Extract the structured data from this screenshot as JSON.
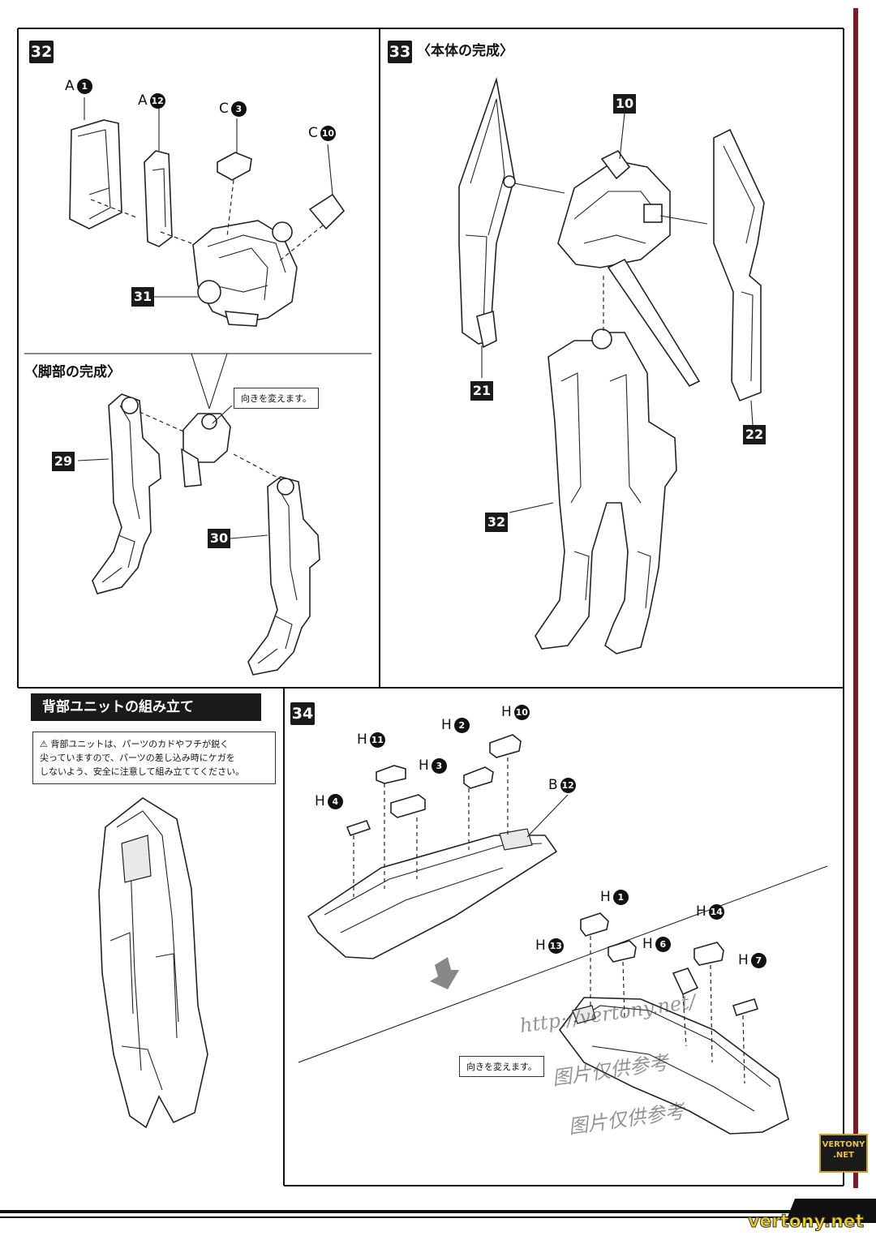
{
  "step32": {
    "number": "32",
    "parts": [
      {
        "letter": "A",
        "num": "1"
      },
      {
        "letter": "A",
        "num": "12"
      },
      {
        "letter": "C",
        "num": "3"
      },
      {
        "letter": "C",
        "num": "10"
      }
    ],
    "subassembly": "31"
  },
  "legs": {
    "heading": "〈脚部の完成〉",
    "callout": "向きを変えます。",
    "left_part": "29",
    "right_part": "30"
  },
  "step33": {
    "number": "33",
    "heading": "〈本体の完成〉",
    "parts": [
      "10",
      "21",
      "22",
      "32"
    ]
  },
  "back_unit": {
    "title": "背部ユニットの組み立て",
    "warning_lines": [
      "⚠ 背部ユニットは、パーツのカドやフチが鋭く",
      "尖っていますので、パーツの差し込み時にケガを",
      "しないよう、安全に注意して組み立ててください。"
    ]
  },
  "step34": {
    "number": "34",
    "upper_parts": [
      {
        "letter": "H",
        "num": "11"
      },
      {
        "letter": "H",
        "num": "2"
      },
      {
        "letter": "H",
        "num": "10"
      },
      {
        "letter": "H",
        "num": "3"
      },
      {
        "letter": "H",
        "num": "4"
      },
      {
        "letter": "B",
        "num": "12"
      }
    ],
    "lower_parts": [
      {
        "letter": "H",
        "num": "1"
      },
      {
        "letter": "H",
        "num": "14"
      },
      {
        "letter": "H",
        "num": "13"
      },
      {
        "letter": "H",
        "num": "6"
      },
      {
        "letter": "H",
        "num": "7"
      }
    ],
    "callout": "向きを変えます。"
  },
  "watermark": {
    "url": "http://vertony.net/",
    "lines": [
      "图片仅供参考",
      "图片仅供参考"
    ]
  },
  "logo": {
    "line1": "VERTONY",
    "line2": ".NET"
  },
  "footer": {
    "brand": "vertony.net"
  }
}
